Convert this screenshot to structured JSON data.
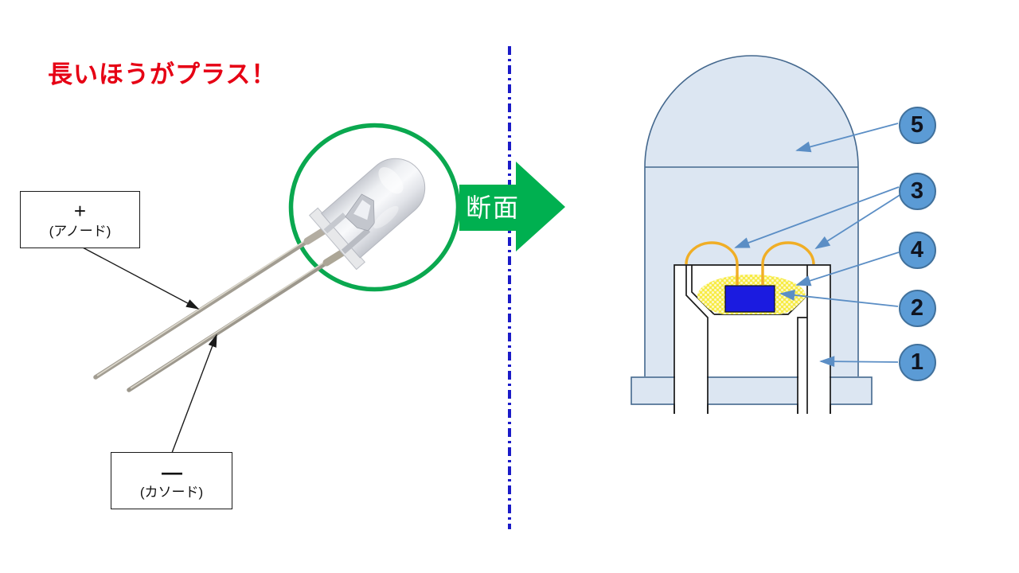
{
  "slide": {
    "title": {
      "text": "長いほうがプラス！",
      "color": "#e60014"
    },
    "section_arrow": {
      "label": "断面",
      "color": "#00b050",
      "text_color": "#ffffff"
    },
    "divider": {
      "style": "dash-dot",
      "color": "#1b1bc8"
    },
    "photo": {
      "highlight_circle_color": "#0aa84f",
      "anode_label": {
        "sign": "+",
        "name": "(アノード)"
      },
      "cathode_label": {
        "sign": "—",
        "name": "(カソード)"
      }
    },
    "diagram": {
      "body_color": "#dce6f2",
      "outline_color": "#44688e",
      "chip_color": "#1b1be0",
      "phosphor_color": "#f7eb46",
      "wire_color": "#f0ae26",
      "callout_fill": "#5b9bd5",
      "callout_border": "#41719c",
      "callouts": [
        {
          "number": "5"
        },
        {
          "number": "3"
        },
        {
          "number": "4"
        },
        {
          "number": "2"
        },
        {
          "number": "1"
        }
      ]
    }
  }
}
